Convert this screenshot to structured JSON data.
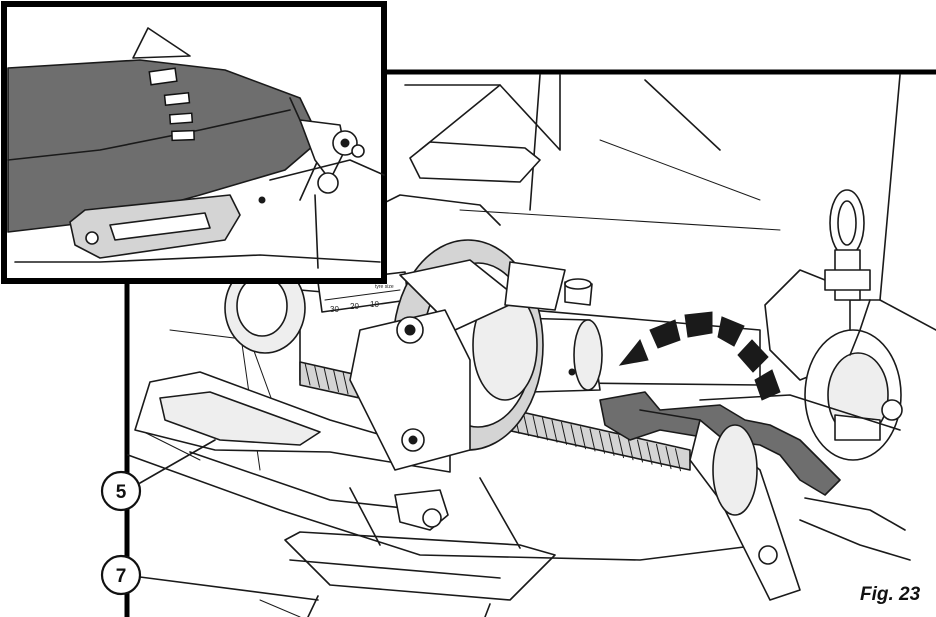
{
  "figure": {
    "label": "Fig. 23"
  },
  "callouts": [
    {
      "label": "5"
    },
    {
      "label": "7"
    }
  ],
  "scale": {
    "ticks": [
      "30",
      "20",
      "10"
    ],
    "caption": "tyre size"
  },
  "colors": {
    "outline": "#1a1a1a",
    "frame": "#000000",
    "highlight_gray": "#6e6e6e",
    "arrow_fill": "#000000"
  }
}
